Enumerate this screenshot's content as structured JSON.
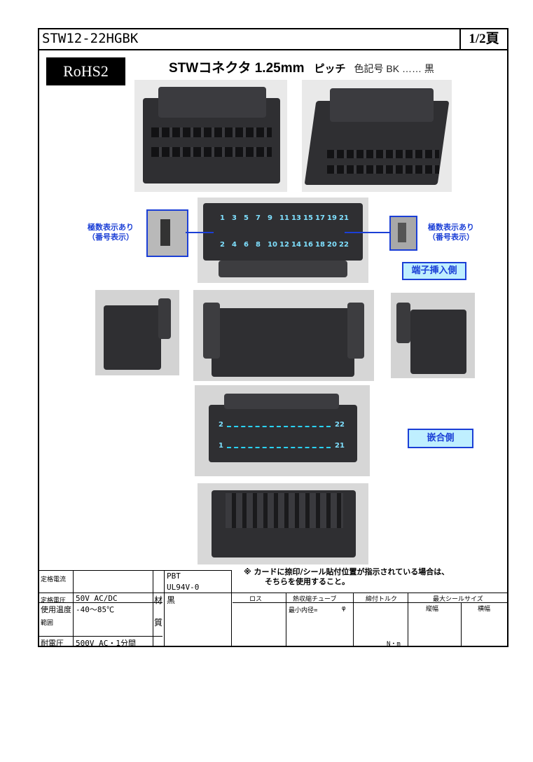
{
  "header": {
    "part_number": "STW12-22HGBK",
    "page": "1/2頁"
  },
  "badge": {
    "rohs": "RoHS2"
  },
  "title": {
    "name": "STWコネクタ 1.25mm",
    "pitch": "ピッチ",
    "color": "色記号 BK …… 黒"
  },
  "pin_view": {
    "top_row": [
      "1",
      "3",
      "5",
      "7",
      "9",
      "11",
      "13",
      "15",
      "17",
      "19",
      "21"
    ],
    "bottom_row": [
      "2",
      "4",
      "6",
      "8",
      "10",
      "12",
      "14",
      "16",
      "18",
      "20",
      "22"
    ],
    "left_note_line1": "極数表示あり",
    "left_note_line2": "（番号表示）",
    "right_note_line1": "極数表示あり",
    "right_note_line2": "（番号表示）",
    "insert_side_label": "端子挿入側"
  },
  "mating_view": {
    "upper_start": "2",
    "upper_end": "22",
    "lower_start": "1",
    "lower_end": "21",
    "label": "嵌合側"
  },
  "spec_table": {
    "rated_current_label": "定格電流",
    "rated_current_value": "",
    "rated_voltage_label": "定格電圧",
    "rated_voltage_value": "50V AC/DC",
    "temp_label_1": "使用温度",
    "temp_label_2": "範囲",
    "temp_value": "-40～85℃",
    "withstand_label": "耐電圧",
    "withstand_value": "500V AC・1分間",
    "material_label_1": "材",
    "material_label_2": "質",
    "material_line1": "PBT",
    "material_line2": "UL94V-0",
    "material_color": "黒",
    "note_line1": "※ カードに捺印/シール貼付位置が指示されている場合は、",
    "note_line2": "そちらを使用すること。",
    "col_rosu": "ロス",
    "col_tube": "熱収縮チューブ",
    "tube_sub": "最小内径=",
    "tube_phi": "φ",
    "col_torque": "締付トルク",
    "torque_unit": "N・m",
    "col_seal": "最大シールサイズ",
    "seal_h": "縦幅",
    "seal_w": "横幅"
  }
}
